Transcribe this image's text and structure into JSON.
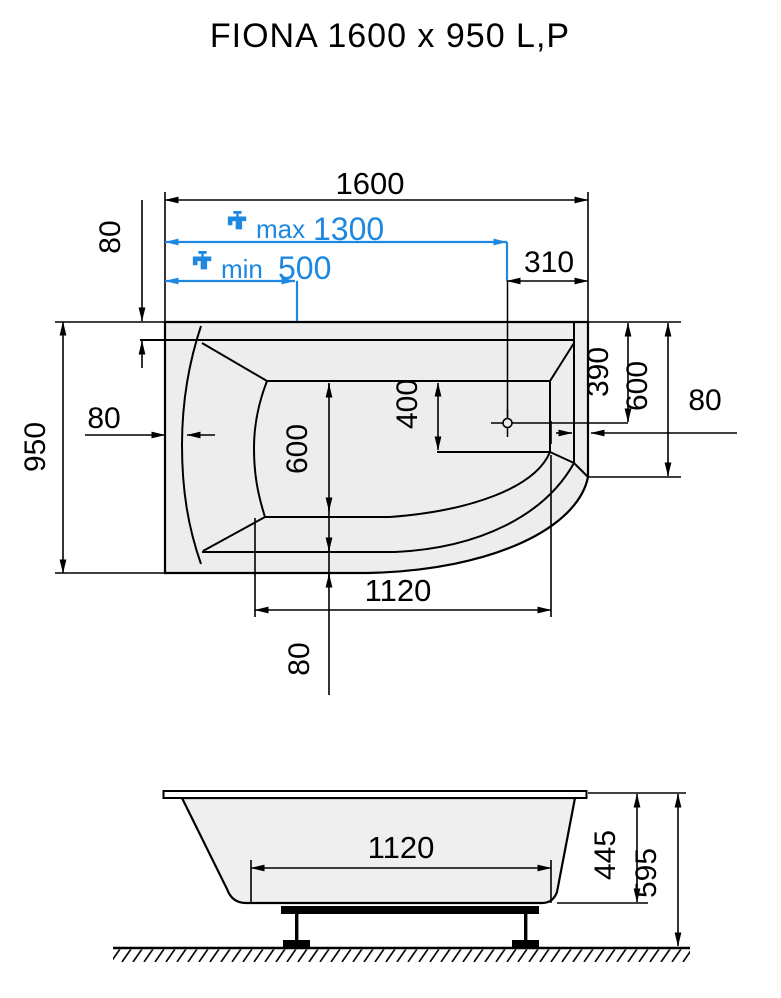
{
  "title": "FIONA 1600 x 950 L,P",
  "colors": {
    "accent_blue": "#1e87e0",
    "line_black": "#000000",
    "tub_fill": "#ededed"
  },
  "top_view": {
    "overall_length": "1600",
    "faucet_max": {
      "label": "max",
      "value": "1300"
    },
    "faucet_min": {
      "label": "min",
      "value": "500"
    },
    "drain_from_right_edge": "310",
    "rim_width_top": "80",
    "overall_width": "950",
    "rim_width_left": "80",
    "inner_width": "600",
    "drain_zone_width": "400",
    "corner_inner_depth": "390",
    "right_end_width": "600",
    "rim_width_right": "80",
    "bottom_straight_length": "1120",
    "rim_width_bottom": "80",
    "icons": {
      "faucet": "faucet-icon",
      "drain": "drain-symbol"
    }
  },
  "side_view": {
    "bottom_length": "1120",
    "shell_depth": "445",
    "total_height": "595"
  }
}
